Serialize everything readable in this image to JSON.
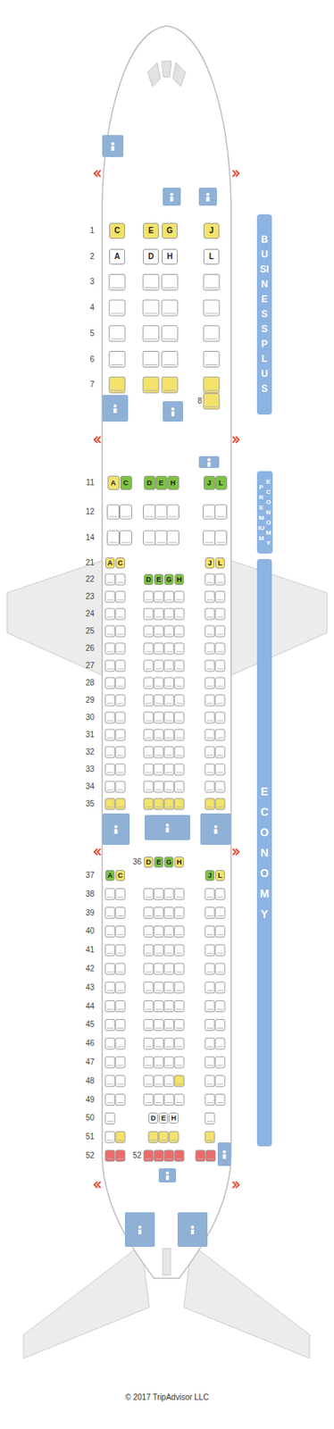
{
  "diagram": {
    "nodes": [
      {
        "text": [
          "BUSINESS PLUS"
        ]
      },
      {
        "text": [
          "C"
        ]
      },
      {
        "text": [
          "E"
        ]
      },
      {
        "text": [
          "G"
        ]
      },
      {
        "text": [
          "J"
        ]
      },
      {
        "text": [
          "A"
        ]
      },
      {
        "text": [
          "D"
        ]
      },
      {
        "text": [
          "H"
        ]
      },
      {
        "text": [
          "L"
        ]
      },
      {
        "text": [
          "PREMIUM",
          "ECONOMY"
        ]
      },
      {
        "text": [
          "A"
        ]
      },
      {
        "text": [
          "C"
        ]
      },
      {
        "text": [
          "D"
        ]
      },
      {
        "text": [
          "E"
        ]
      },
      {
        "text": [
          "H"
        ]
      },
      {
        "text": [
          "J"
        ]
      },
      {
        "text": [
          "L"
        ]
      },
      {
        "text": [
          "ECONOMY"
        ]
      },
      {
        "text": [
          "A"
        ]
      },
      {
        "text": [
          "C"
        ]
      },
      {
        "text": [
          "J"
        ]
      },
      {
        "text": [
          "L"
        ]
      },
      {
        "text": [
          "D"
        ]
      },
      {
        "text": [
          "E"
        ]
      },
      {
        "text": [
          "G"
        ]
      },
      {
        "text": [
          "H"
        ]
      },
      {
        "text": [
          "D"
        ]
      },
      {
        "text": [
          "E"
        ]
      },
      {
        "text": [
          "G"
        ]
      },
      {
        "text": [
          "H"
        ]
      },
      {
        "text": [
          "A"
        ]
      },
      {
        "text": [
          "C"
        ]
      },
      {
        "text": [
          "J"
        ]
      },
      {
        "text": [
          "L"
        ]
      },
      {
        "text": [
          "D"
        ]
      },
      {
        "text": [
          "E"
        ]
      },
      {
        "text": [
          "H"
        ]
      }
    ],
    "labels": [
      "1",
      "2",
      "3",
      "4",
      "5",
      "6",
      "7",
      "8",
      "11",
      "12",
      "14",
      "21",
      "22",
      "23",
      "24",
      "25",
      "26",
      "27",
      "28",
      "29",
      "30",
      "31",
      "32",
      "33",
      "34",
      "35",
      "36",
      "37",
      "38",
      "39",
      "40",
      "41",
      "42",
      "43",
      "44",
      "45",
      "46",
      "47",
      "48",
      "49",
      "50",
      "51",
      "52",
      "52",
      "© 2017 TripAdvisor LLC"
    ]
  }
}
